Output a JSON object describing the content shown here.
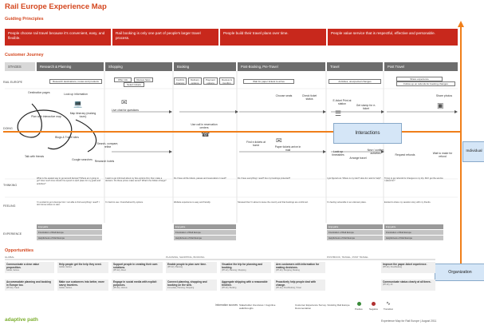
{
  "title": "Rail Europe Experience Map",
  "guiding": {
    "heading": "Guiding Principles",
    "items": [
      "People choose rail travel because it's convenient, easy, and flexible.",
      "Rail booking is only one part of people's larger travel process.",
      "People build their travel plans over time.",
      "People value service that is respectful, effective and personable."
    ]
  },
  "journey": {
    "heading": "Customer Journey",
    "stage_label": "STAGES",
    "stages": [
      "Research & Planning",
      "Shopping",
      "Booking",
      "Post-Booking, Pre-Travel",
      "Travel",
      "Post Travel"
    ]
  },
  "rows": {
    "rail_europe": "RAIL EUROPE",
    "doing": "DOING",
    "thinking": "THINKING",
    "feeling": "FEELING",
    "experience": "EXPERIENCE"
  },
  "touchpoints": {
    "research": "Research destinations, routes and products",
    "offer": "Offer info",
    "review_fares": "Review fares",
    "select": "Select tickets",
    "confirm": "Confirm itinerary",
    "delivery": "Delivery options",
    "payment": "Payment options",
    "review_confirm": "Review & Confirm",
    "wait": "Wait for paper tickets to arrive",
    "activities": "Activities, unexpected changes",
    "share": "Share experience",
    "followup": "Follow up on refunds for booking changes"
  },
  "sketch_labels": [
    "Destination pages",
    "Look up information",
    "Plan with interactive map",
    "Map itinerary (making tours)",
    "Live chat for questions",
    "Talk with friends",
    "Blogs & Travel sites",
    "Google searches",
    "Search, compare, refine",
    "Research hotels",
    "Use call in reservation centers",
    "Find e-tickets at home",
    "Paper tickets arrive in mail",
    "Choose seats",
    "Check ticket status",
    "E-ticket Print at station",
    "Get stamp for e-ticket",
    "Buy additional tickets",
    "Look up timetables",
    "Arrange travel",
    "New / confirm activities",
    "Share photos",
    "Request refunds",
    "Wait to make for refund"
  ],
  "interactions_label": "Interactions",
  "individual_label": "Individual",
  "organization_label": "Organization",
  "thinking_notes": [
    "What is the easiest way to get around Europe? Where am I going to go? How much time should I be spend in each place for my goals and activities?",
    "I want to get informed about my fare options first, then make a decision. Do these prices make sense? What's the hidden charge?",
    "Do I have all the tickets, passes and reservations I need?",
    "Do I have everything I need? Are my bookings protected?",
    "I got figured out. Where is my train? How do I ask for help?",
    "Trying to get refunds for changes to my trip. Did I get the service I asked for?"
  ],
  "feeling_notes": [
    "I'm excited to go to Europe! Am I not able to find everything I need? I don't know where to start.",
    "I'm hard to use. Overwhelmed by options.",
    "Website experience is easy and friendly.",
    "Stressed that I'm about to leave the country and that bookings are confirmed.",
    "I'm feeling vulnerable in an unknown place.",
    "Excited to share my vacation story with my friends."
  ],
  "experience_bars": [
    "Enjoyable",
    "Frustration of Rail Europe",
    "Helpfulness of Rail Europe"
  ],
  "opportunities": {
    "heading": "Opportunities",
    "groups": [
      "GLOBAL",
      "PLANNING, SHOPPING, BOOKING",
      "POSTBOOK, TRAVEL, POST TRAVEL"
    ],
    "cards": [
      {
        "text": "Communicate a clear value proposition.",
        "sub": "Global, Various"
      },
      {
        "text": "Help people get the help they need.",
        "sub": "Global, Various"
      },
      {
        "text": "Support people in creating their own solutions.",
        "sub": "(PH-02), Direct"
      },
      {
        "text": "Enable people to plan over time.",
        "sub": "(PH-02), Planning"
      },
      {
        "text": "Visualize the trip for planning and booking.",
        "sub": "(PH-02), Planning, Shopping"
      },
      {
        "text": "Arm customers with information for making decisions.",
        "sub": "(PH-02), Shopping, Booking"
      },
      {
        "text": "Improve the paper-ticket experience.",
        "sub": "(PH-02), Post-Booking"
      },
      {
        "text": "Accommodate planning and booking in Europe too.",
        "sub": "(PH-02), Travel"
      },
      {
        "text": "Make our customers into better, more savvy travelers.",
        "sub": "Global, Various"
      },
      {
        "text": "Engage in social media with explicit purposes.",
        "sub": "(PH-02), Various"
      },
      {
        "text": "Connect planning, shopping and booking on the web.",
        "sub": "Immediate, Planning, Shopping"
      },
      {
        "text": "Aggregate shipping with a reasonable timeline.",
        "sub": "(PH-02), Booking"
      },
      {
        "text": "Proactively help people deal with change.",
        "sub": "(PH-02), Post-Booking, Travel"
      },
      {
        "text": "Communicate status clearly at all times.",
        "sub": "(PH-02), All"
      }
    ]
  },
  "legend": {
    "information": "Information sources",
    "stakeholder": "Stakeholder Interviews / Cognitive walkthroughs",
    "cx": "Customer Experience Survey / Existing Rail Europe Documentation",
    "positive": "Positive",
    "negative": "Negative",
    "transition": "Transition"
  },
  "footer": {
    "brand": "adaptive path",
    "credit": "Experience Map for Rail Europe | August 2011"
  },
  "colors": {
    "accent": "#d4471f",
    "principle": "#c8281c",
    "orange": "#f07f1a",
    "stage": "#6d6d6d"
  }
}
